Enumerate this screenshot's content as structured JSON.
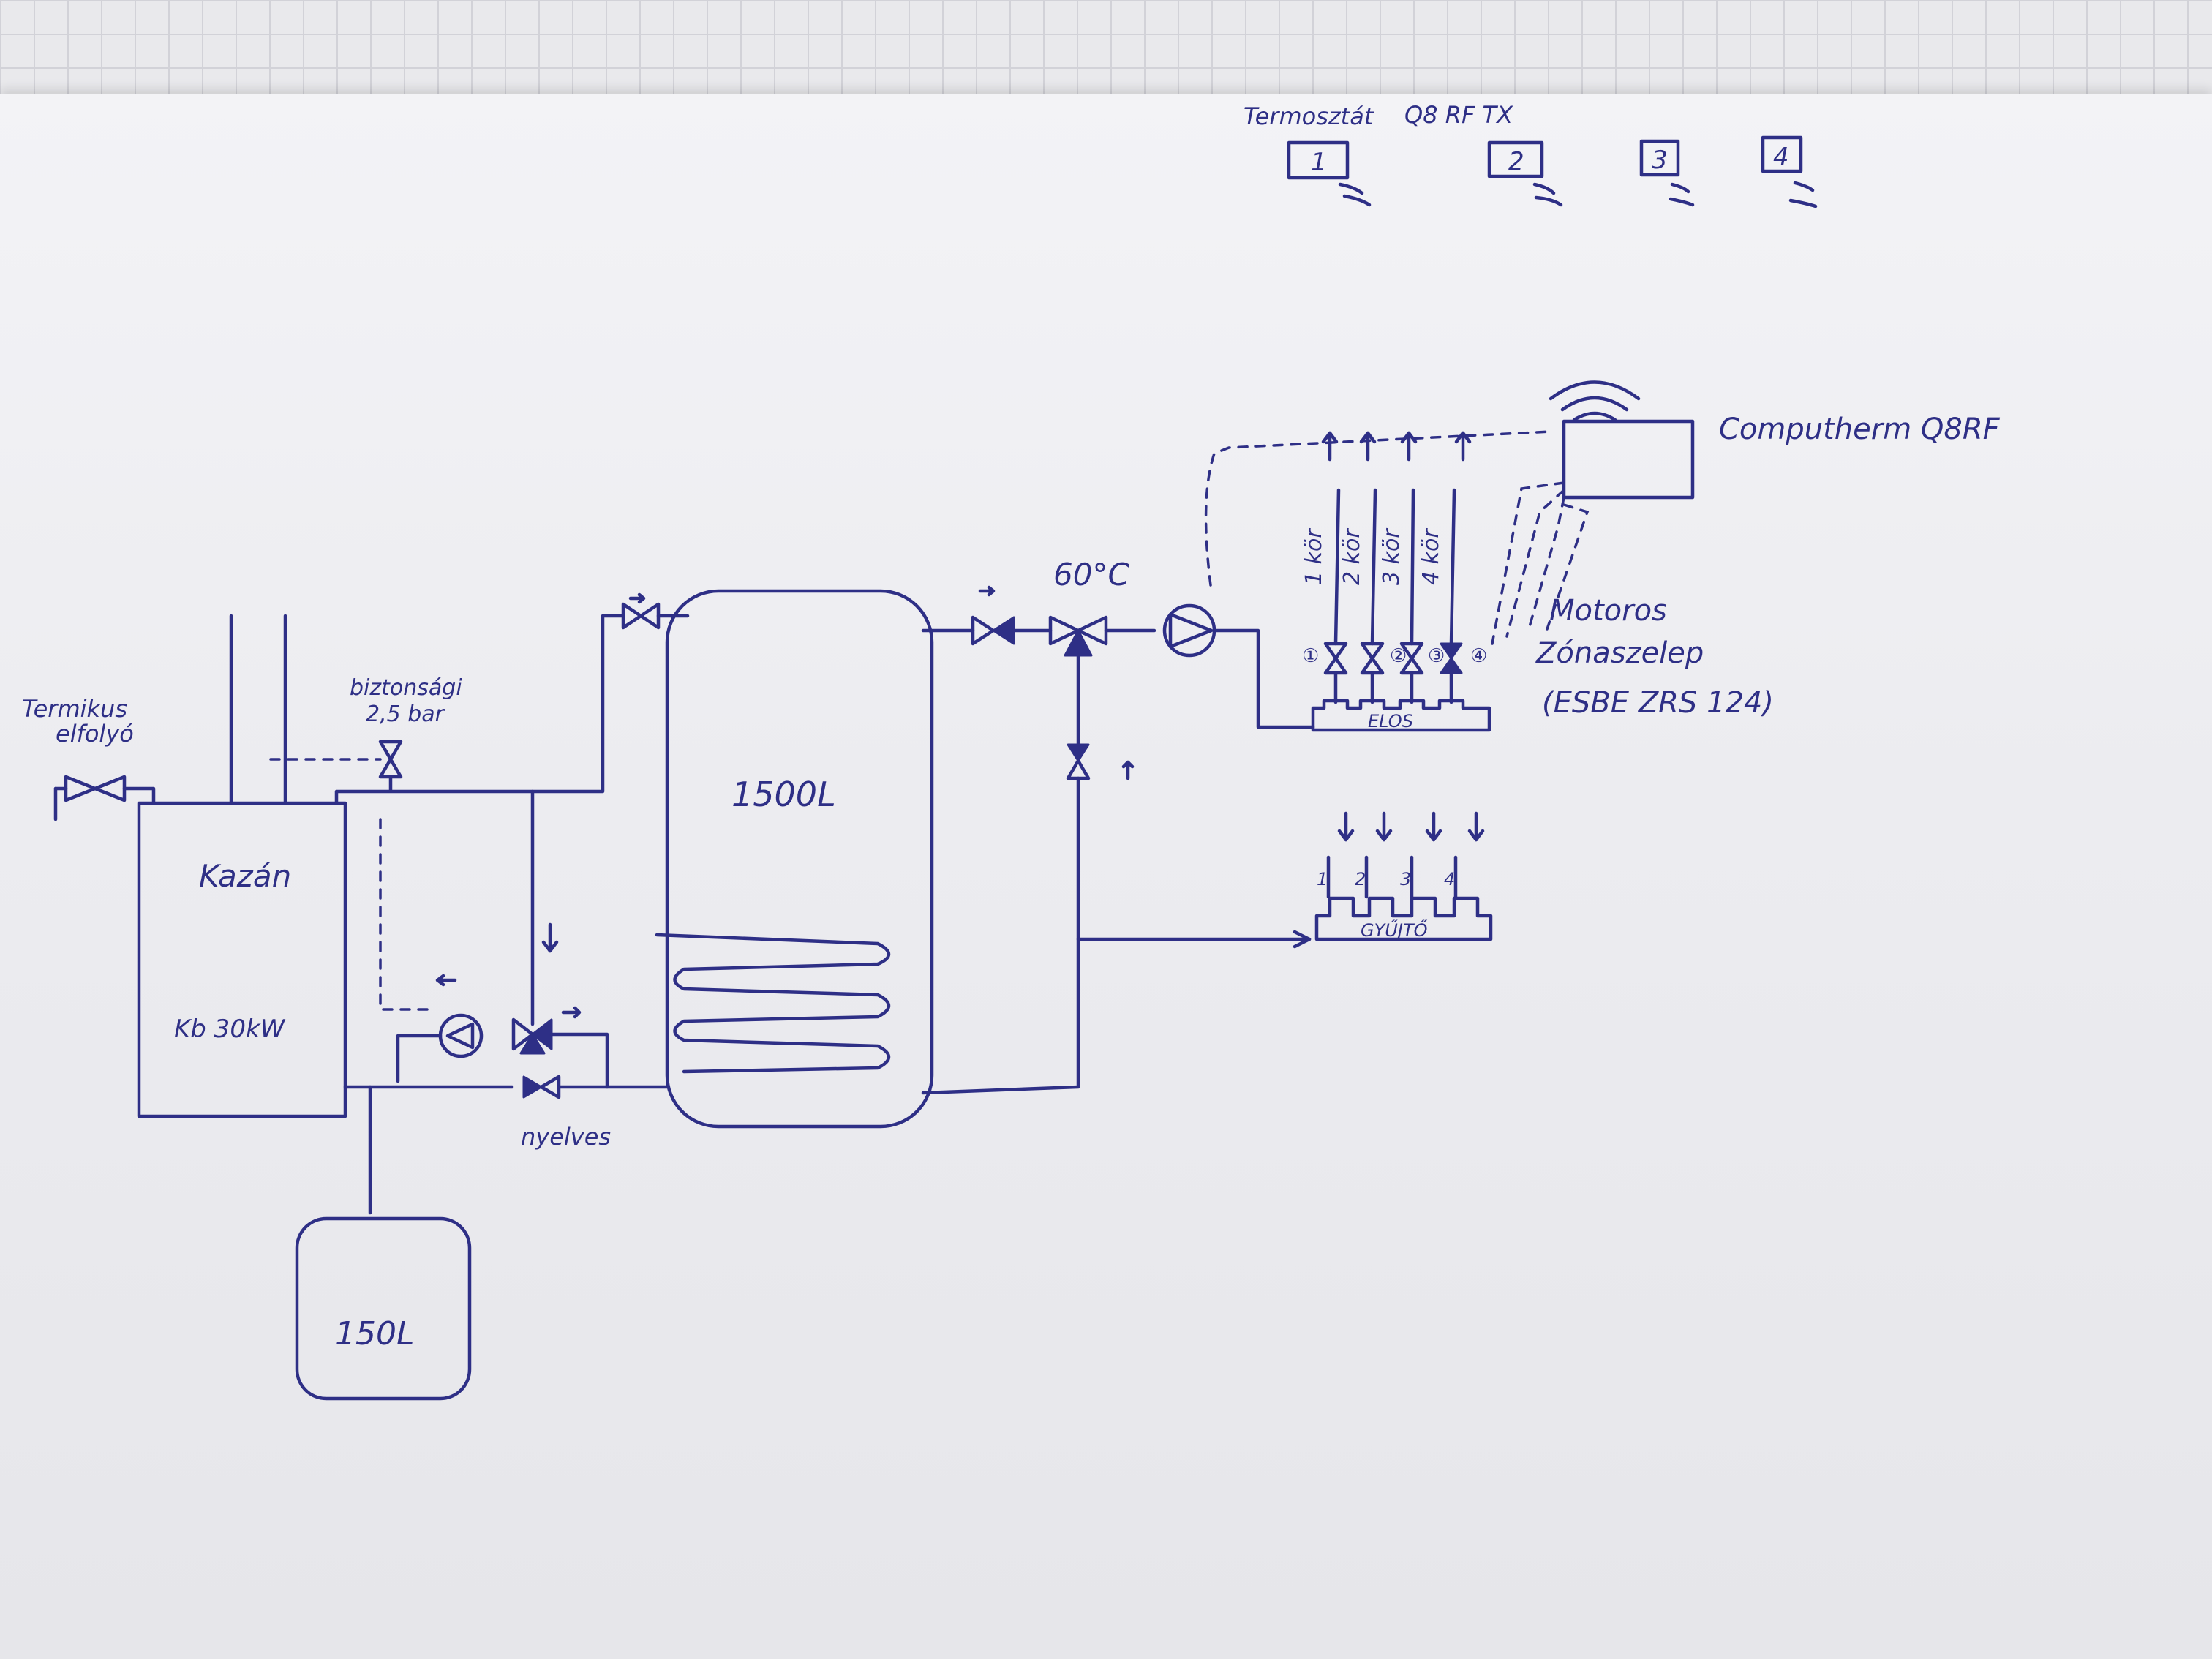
{
  "thermostat_header": {
    "label_left": "Termosztát",
    "label_right": "Q8 RF TX"
  },
  "thermostats": [
    "1",
    "2",
    "3",
    "4"
  ],
  "controller": {
    "label": "Computherm Q8RF"
  },
  "zone_valves": {
    "line1": "Motoros",
    "line2": "Zónaszelep",
    "line3": "(ESBE ZRS 124)"
  },
  "circuits": [
    "1 kör",
    "2 kör",
    "3 kör",
    "4 kör"
  ],
  "valve_marks": [
    "①",
    "②",
    "③",
    "④"
  ],
  "distributor_label": "ELOS",
  "collector_label": "GYŰJTŐ",
  "collector_numbers": [
    "1",
    "2",
    "3",
    "4"
  ],
  "temperature": "60°C",
  "buffer_tank": "1500L",
  "expansion_tank": "150L",
  "boiler": {
    "name": "Kazán",
    "model": "Kb 30kW"
  },
  "safety_valve": {
    "line1": "biztonsági",
    "line2": "2,5 bar"
  },
  "thermal_discharge": {
    "line1": "Termikus",
    "line2": "elfolyó"
  },
  "check_valve_label": "nyelves"
}
